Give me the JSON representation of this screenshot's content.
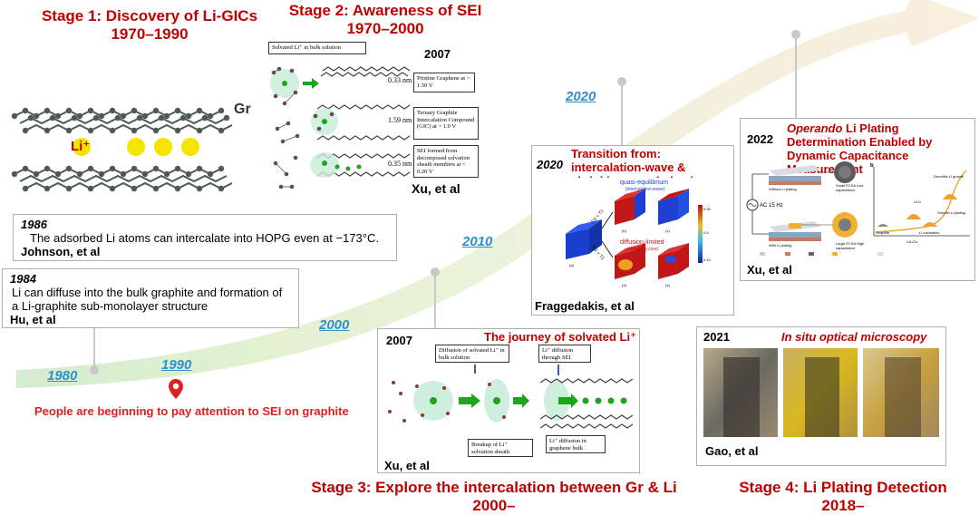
{
  "stages": {
    "s1": {
      "title": "Stage 1: Discovery of Li-GICs",
      "years": "1970–1990"
    },
    "s2": {
      "title": "Stage 2: Awareness of SEI",
      "years": "1970–2000"
    },
    "s3": {
      "title": "Stage 3: Explore the intercalation between Gr & Li",
      "years": "2000–"
    },
    "s4": {
      "title": "Stage 4: Li Plating Detection",
      "years": "2018–"
    }
  },
  "timeline": {
    "years": [
      "1980",
      "1990",
      "2000",
      "2010",
      "2020"
    ],
    "callout": "People are beginning to pay attention to SEI on graphite"
  },
  "stage1": {
    "gr_label": "Gr",
    "li_label": "Li⁺"
  },
  "refs": {
    "r1986": {
      "year": "1986",
      "text": "The adsorbed Li atoms can intercalate into HOPG even at −173°C.",
      "author": "Johnson, et al"
    },
    "r1984": {
      "year": "1984",
      "text": "Li can diffuse into the bulk graphite and formation of a Li-graphite sub-monolayer structure",
      "author": "Hu, et al"
    }
  },
  "sei2007": {
    "year": "2007",
    "author": "Xu, et al",
    "top_label": "Solvated Li⁺ in bulk solution",
    "d1": "0.33 nm",
    "d2": "1.59 nm",
    "d3": "0.35 nm",
    "box1": "Pristine Graphene at > 1.50 V",
    "box2": "Ternary Graphite Intercalation Compound (GIC) at > 1.0 V",
    "box3": "SEI formed from decomposed solvation sheath members at < 0.20 V"
  },
  "journey2007": {
    "year": "2007",
    "title": "The journey of solvated Li⁺",
    "author": "Xu, et al",
    "b1": "Diffusion of solvated Li⁺ in bulk solution",
    "b2": "Li⁺ diffusion through SEI",
    "b3": "Breakup of Li⁺ solvation sheath",
    "b4": "Li⁺ diffusion in graphene bulk"
  },
  "frag2020": {
    "year": "2020",
    "title": "Transition from: intercalation-wave & shrinking-core behavior",
    "author": "Fraggedakis, et al",
    "quasi": "quasi-equilibrium",
    "quasi_sub": "(intercalation-wave)",
    "diff": "diffusion-limited",
    "diff_sub": "(shrinking core)",
    "t1": "T/2 < T1",
    "t2": "T/2 > T1",
    "cbar_top": "0.90",
    "cbar_mid": "0.5",
    "cbar_bot": "0.10",
    "labels": [
      "(a)",
      "(b)",
      "(c)",
      "(d)",
      "(e)"
    ]
  },
  "xu2022": {
    "year": "2022",
    "title_italic": "Operando",
    "title_rest": " Li Plating Determination Enabled by Dynamic Capacitance Measurement",
    "author": "Xu, et al",
    "without": "Without Li plating",
    "with": "With Li plating",
    "ac": "AC 15 Hz",
    "small_ecsa": "Small ECSA Low capacitance",
    "large_ecsa": "Large ECSA High capacitance",
    "b_label": "b",
    "dendritic": "Dendritic Li growth",
    "licx": "LiCx",
    "smooth": "Smooth Li plating",
    "graphite": "Graphite",
    "li_nucleation": "Li nucleation",
    "x_axis": "Li/LiCx"
  },
  "gao2021": {
    "year": "2021",
    "title": "In situ optical microscopy",
    "author": "Gao, et al"
  },
  "colors": {
    "red": "#c00000",
    "blue": "#2e8fd0",
    "graphite": "#4d5a55",
    "li": "#f5e400"
  }
}
